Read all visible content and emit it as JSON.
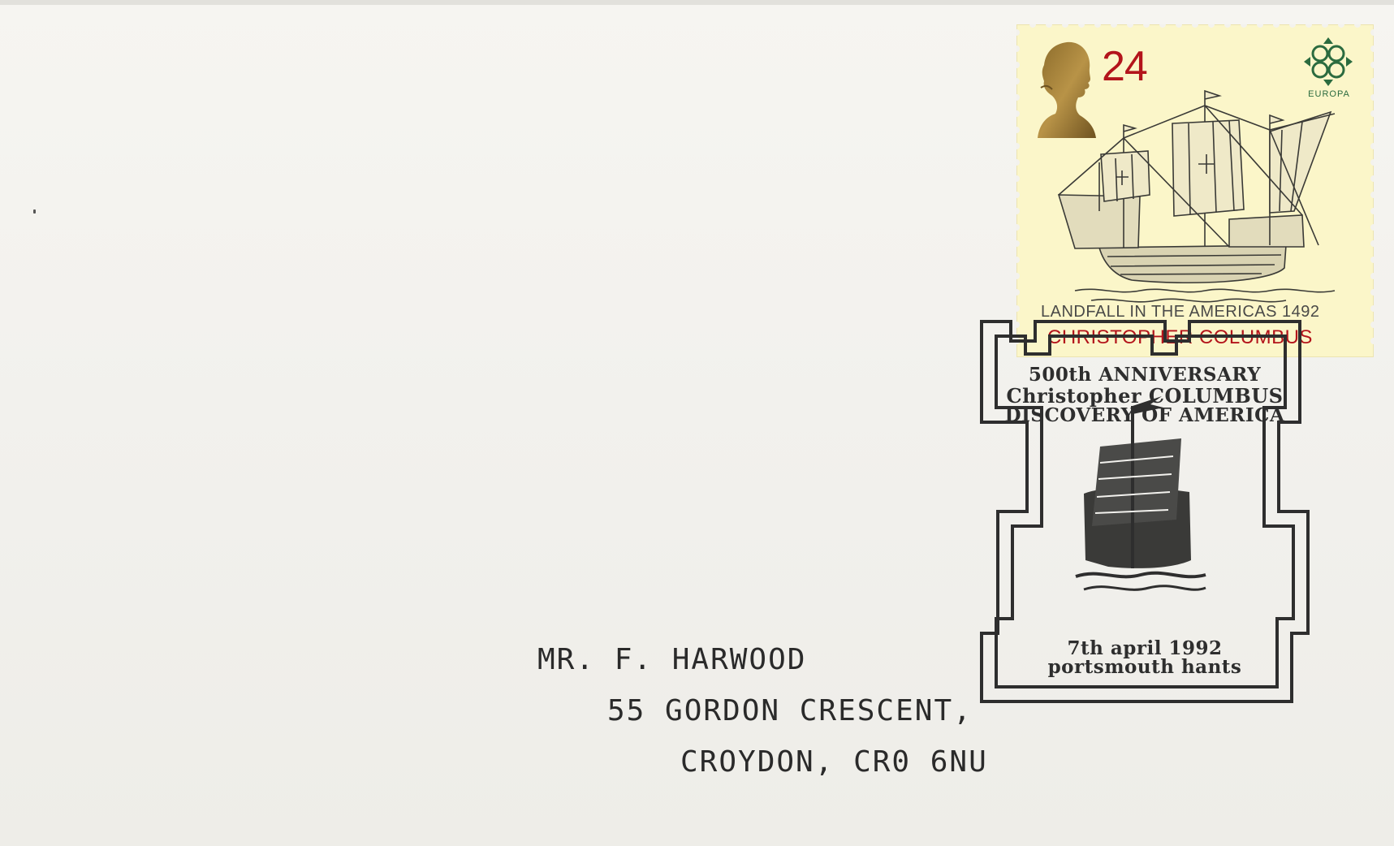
{
  "stamp": {
    "denomination": "24",
    "europa_label": "EUROPA",
    "caption_line1": "LANDFALL IN THE AMERICAS 1492",
    "caption_line2": "CHRISTOPHER COLUMBUS",
    "background_color": "#fbf6c9",
    "accent_color": "#b3141b"
  },
  "postmark": {
    "line1": "500th ANNIVERSARY",
    "line2": "Christopher COLUMBUS",
    "line3": "DISCOVERY OF AMERICA",
    "date": "7th april 1992",
    "place": "portsmouth hants",
    "ink_color": "#2e2e2e"
  },
  "address": {
    "line1": "MR. F. HARWOOD",
    "line2": "55 GORDON CRESCENT,",
    "line3": "CROYDON, CR0 6NU"
  }
}
